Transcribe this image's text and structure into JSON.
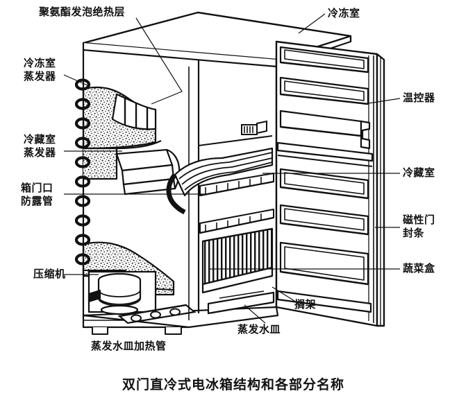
{
  "figure": {
    "caption": "双门直冷式电冰箱结构和各部分名称",
    "background_color": "#ffffff",
    "ink_color": "#111111",
    "subject": "双门直冷式电冰箱剖视结构图"
  },
  "labels": {
    "insulation": "聚氨酯发泡绝热层",
    "freezer_evaporator": "冷冻室\n蒸发器",
    "fridge_evaporator": "冷藏室\n蒸发器",
    "anti_dew_tube": "箱门口\n防露管",
    "compressor": "压缩机",
    "drain_pan_heater": "蒸发水皿加热管",
    "drain_pan": "蒸发水皿",
    "shelf": "搁架",
    "freezer_compartment": "冷冻室",
    "thermostat": "温控器",
    "fridge_compartment": "冷藏室",
    "magnetic_door_seal": "磁性门\n封条",
    "vegetable_box": "蔬菜盒"
  },
  "parts_list": [
    {
      "id": "insulation",
      "name": "聚氨酯发泡绝热层",
      "side": "top"
    },
    {
      "id": "freezer-evaporator",
      "name": "冷冻室蒸发器",
      "side": "left"
    },
    {
      "id": "fridge-evaporator",
      "name": "冷藏室蒸发器",
      "side": "left"
    },
    {
      "id": "anti-dew-tube",
      "name": "箱门口防露管",
      "side": "left"
    },
    {
      "id": "compressor",
      "name": "压缩机",
      "side": "left"
    },
    {
      "id": "drain-pan-heater",
      "name": "蒸发水皿加热管",
      "side": "bottom"
    },
    {
      "id": "drain-pan",
      "name": "蒸发水皿",
      "side": "bottom"
    },
    {
      "id": "shelf",
      "name": "搁架",
      "side": "bottom"
    },
    {
      "id": "freezer-compartment",
      "name": "冷冻室",
      "side": "top-right"
    },
    {
      "id": "thermostat",
      "name": "温控器",
      "side": "right"
    },
    {
      "id": "fridge-compartment",
      "name": "冷藏室",
      "side": "right"
    },
    {
      "id": "magnetic-door-seal",
      "name": "磁性门封条",
      "side": "right"
    },
    {
      "id": "vegetable-box",
      "name": "蔬菜盒",
      "side": "right"
    }
  ]
}
